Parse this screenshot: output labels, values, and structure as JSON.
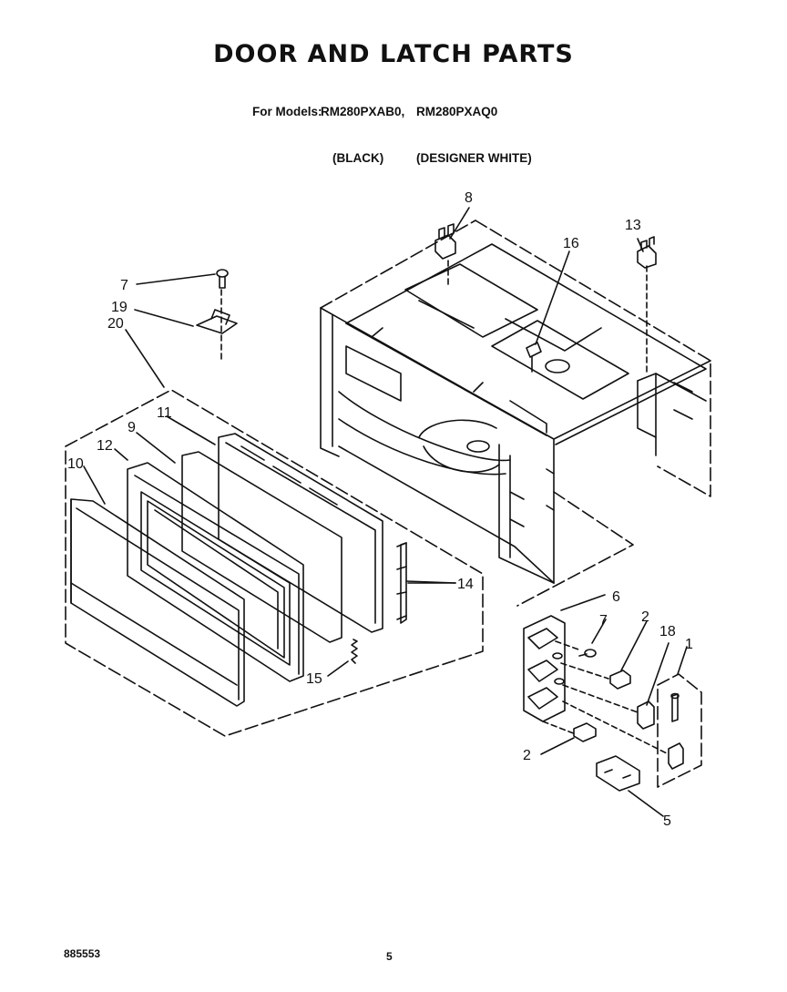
{
  "page": {
    "title": "DOOR AND LATCH PARTS",
    "models_prefix": "For Models:",
    "model_1": "RM280PXAB0,",
    "model_2": "RM280PXAQ0",
    "variant_1": "(BLACK)",
    "variant_2": "(DESIGNER WHITE)",
    "doc_number": "885553",
    "page_number": "5"
  },
  "callouts": {
    "c8": "8",
    "c13": "13",
    "c16": "16",
    "c7a": "7",
    "c19": "19",
    "c20": "20",
    "c11": "11",
    "c9": "9",
    "c12": "12",
    "c10": "10",
    "c14": "14",
    "c15": "15",
    "c6": "6",
    "c7b": "7",
    "c2a": "2",
    "c18": "18",
    "c1": "1",
    "c2b": "2",
    "c5": "5"
  }
}
